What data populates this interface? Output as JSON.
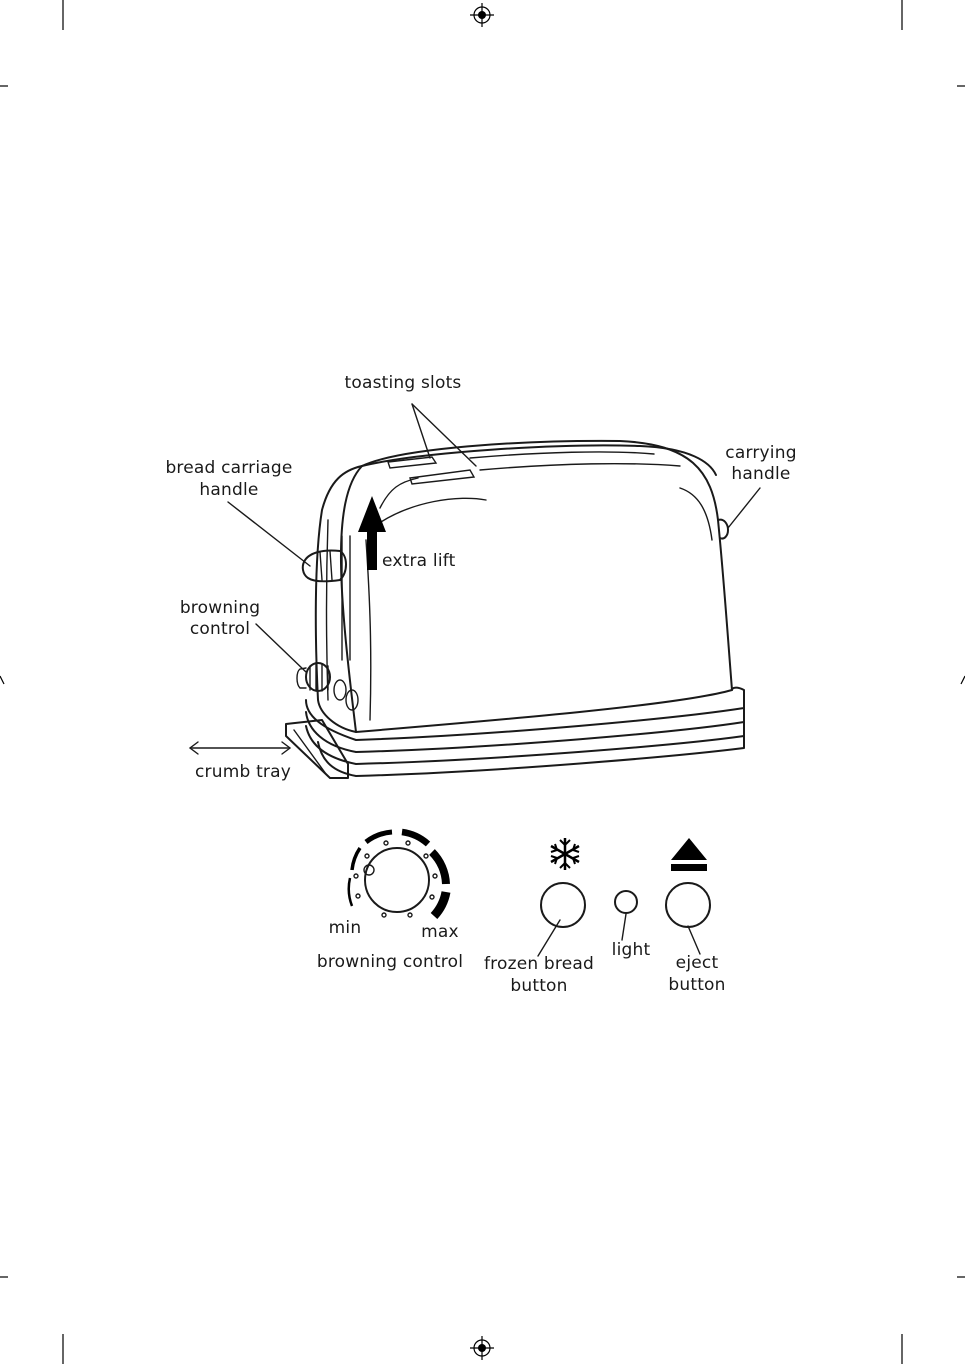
{
  "labels": {
    "toasting_slots": "toasting slots",
    "bread_carriage_handle_1": "bread carriage",
    "bread_carriage_handle_2": "handle",
    "carrying_handle_1": "carrying",
    "carrying_handle_2": "handle",
    "extra_lift": "extra lift",
    "browning_control_1": "browning",
    "browning_control_2": "control",
    "crumb_tray": "crumb tray",
    "dial_min": "min",
    "dial_max": "max",
    "browning_control_panel": "browning control",
    "frozen_bread_1": "frozen bread",
    "frozen_bread_2": "button",
    "light": "light",
    "eject_1": "eject",
    "eject_2": "button"
  },
  "icons": {
    "frozen": "snowflake-icon",
    "eject": "eject-icon",
    "registration": "registration-mark-icon"
  },
  "colors": {
    "ink": "#1a1a1a",
    "background": "#ffffff"
  }
}
